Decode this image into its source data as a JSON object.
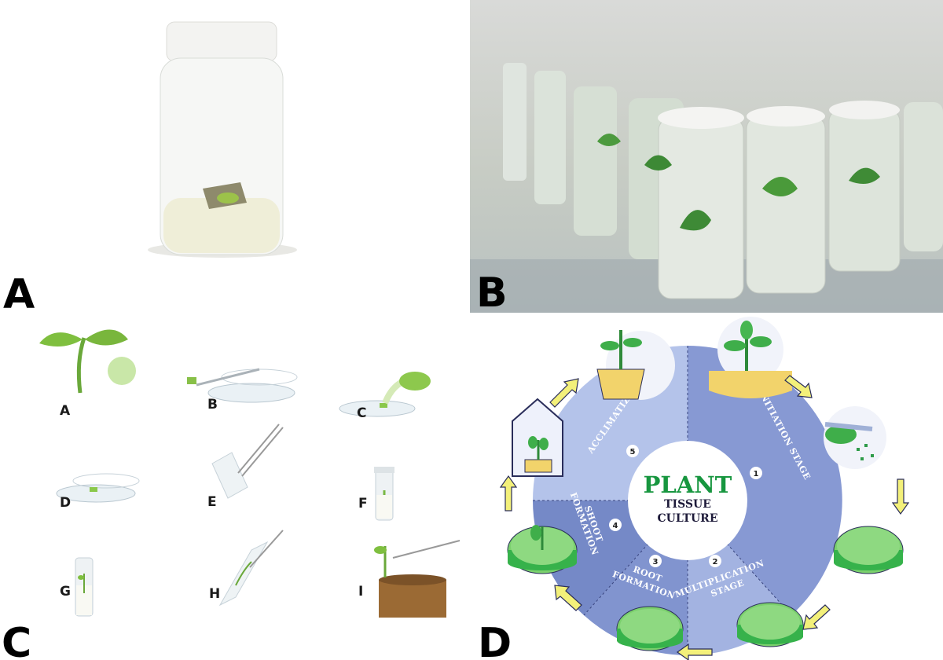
{
  "panels": {
    "a": {
      "label": "A"
    },
    "b": {
      "label": "B"
    },
    "c": {
      "label": "C",
      "steps": [
        "A",
        "B",
        "C",
        "D",
        "E",
        "F",
        "G",
        "H",
        "I"
      ]
    },
    "d": {
      "label": "D",
      "title_line1": "PLANT",
      "title_line2": "TISSUE",
      "title_line3": "CULTURE",
      "stages": [
        {
          "number": "1",
          "name": "INITIATION STAGE"
        },
        {
          "number": "2",
          "name_line1": "MULTIPLICATION",
          "name_line2": "STAGE"
        },
        {
          "number": "3",
          "name_line1": "ROOT",
          "name_line2": "FORMATION"
        },
        {
          "number": "4",
          "name_line1": "SHOOT",
          "name_line2": "FORMATION"
        },
        {
          "number": "5",
          "name": "ACCLIMATIZATION"
        }
      ]
    }
  },
  "colors": {
    "title_green": "#17963f",
    "title_dark": "#1e1b3a",
    "arrow_yellow": "#f3f07a",
    "segment_blue": "#8597d2",
    "dish_green": "#5cc45c"
  }
}
